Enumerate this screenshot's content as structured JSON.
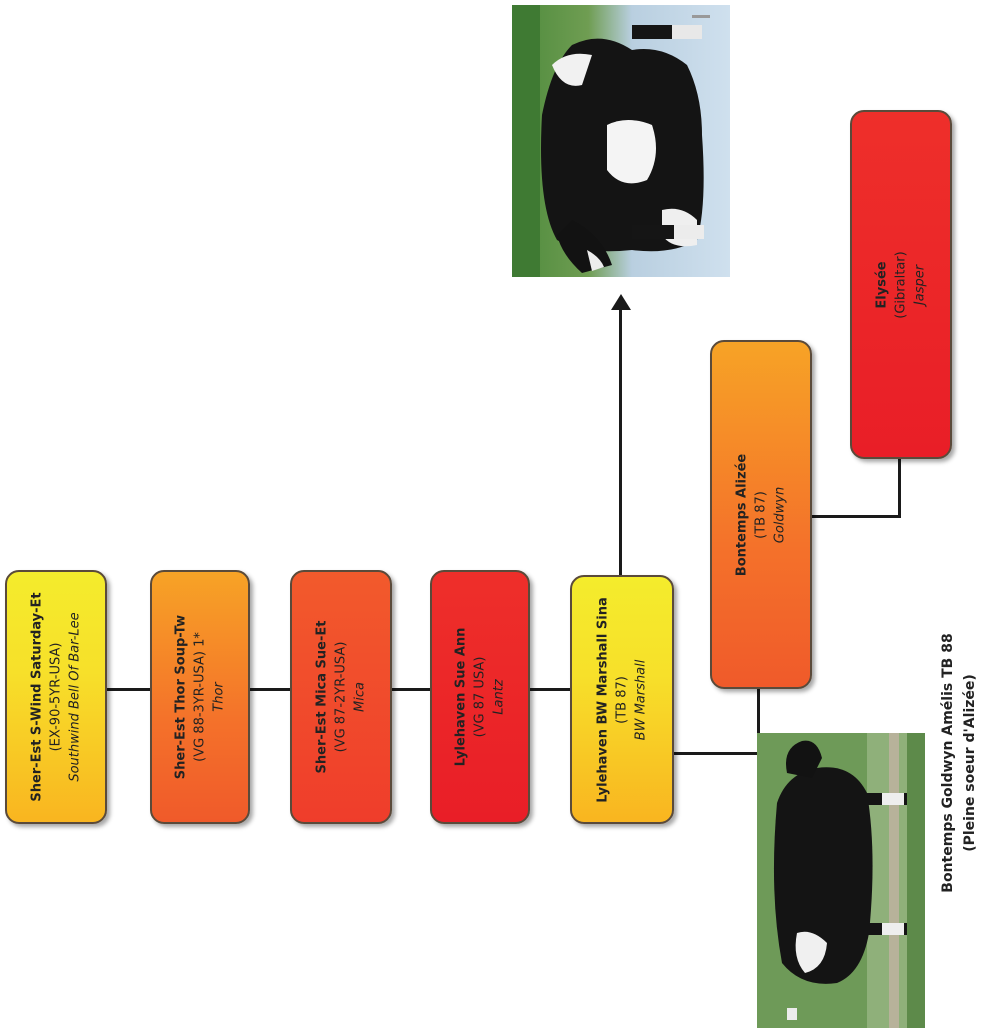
{
  "pedigree": [
    {
      "id": "b1",
      "name": "Sher-Est S-Wind Saturday-Et",
      "class": "(EX-90-5YR-USA)",
      "sire": "Southwind Bell Of Bar-Lee",
      "fill": "#f7e02a"
    },
    {
      "id": "b2",
      "name": "Sher-Est Thor Soup-Tw",
      "class": "(VG 88-3YR-USA) 1*",
      "sire": "Thor",
      "fill": "#f4712a"
    },
    {
      "id": "b3",
      "name": "Sher-Est Mica Sue-Et",
      "class": "(VG 87-2YR-USA)",
      "sire": "Mica",
      "fill": "#ef4a2b"
    },
    {
      "id": "b4",
      "name": "Lylehaven Sue Ann",
      "class": "(VG 87 USA)",
      "sire": "Lantz",
      "fill": "#ea2228"
    },
    {
      "id": "b5",
      "name": "Lylehaven BW Marshall Sina",
      "class": "(TB 87)",
      "sire": "BW Marshall",
      "fill": "#f7e02a"
    },
    {
      "id": "b6",
      "name": "Bontemps Alizée",
      "class": "(TB 87)",
      "sire": "Goldwyn",
      "fill": "#f4712a"
    },
    {
      "id": "b7",
      "name": "Elysée",
      "class": "(Gibraltar)",
      "sire": "Jasper",
      "fill": "#ea2228"
    }
  ],
  "caption": {
    "line1": "Bontemps Goldwyn Amélis TB 88",
    "line2": "(Pleine soeur d'Alizée)"
  },
  "colors": {
    "yellow": "#f7e02a",
    "orange": "#f4712a",
    "red": "#ea2228",
    "line": "#1a1a1a"
  }
}
